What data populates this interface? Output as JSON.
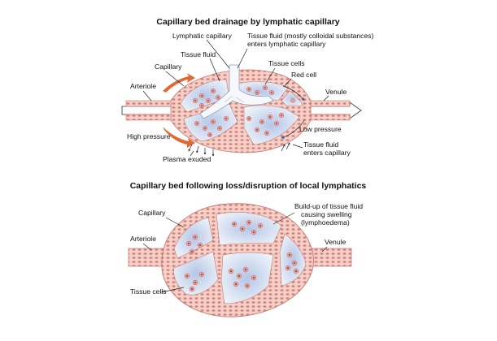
{
  "diagram1": {
    "title": "Capillary bed drainage by lymphatic capillary",
    "labels": {
      "lymphatic_capillary": "Lymphatic capillary",
      "tissue_fluid_colloid_1": "Tissue fluid (mostly colloidal substances)",
      "tissue_fluid_colloid_2": "enters lymphatic capillary",
      "tissue_fluid": "Tissue fluid",
      "capillary": "Capillary",
      "tissue_cells": "Tissue cells",
      "red_cell": "Red cell",
      "arteriole": "Arteriole",
      "venule": "Venule",
      "high_pressure": "High pressure",
      "low_pressure": "Low pressure",
      "enters_1": "Tissue fluid",
      "enters_2": "enters capillary",
      "plasma_exuded": "Plasma exuded"
    }
  },
  "diagram2": {
    "title": "Capillary bed following loss/disruption of local lymphatics",
    "labels": {
      "capillary": "Capillary",
      "buildup_1": "Build-up of tissue fluid",
      "buildup_2": "causing swelling",
      "buildup_3": "(lymphoedema)",
      "arteriole": "Arteriole",
      "venule": "Venule",
      "tissue_cells": "Tissue cells"
    }
  },
  "colors": {
    "vessel_wall": "#d98c86",
    "vessel_fill": "#f4d4cc",
    "red_cell": "#e8a29a",
    "tissue_fluid": "#dde6f4",
    "tissue_fluid_dense": "#b9c8e6",
    "lymphatic": "#f4f6fb",
    "arrow_orange": "#e06a35",
    "arrow_blue": "#3a64b2"
  }
}
